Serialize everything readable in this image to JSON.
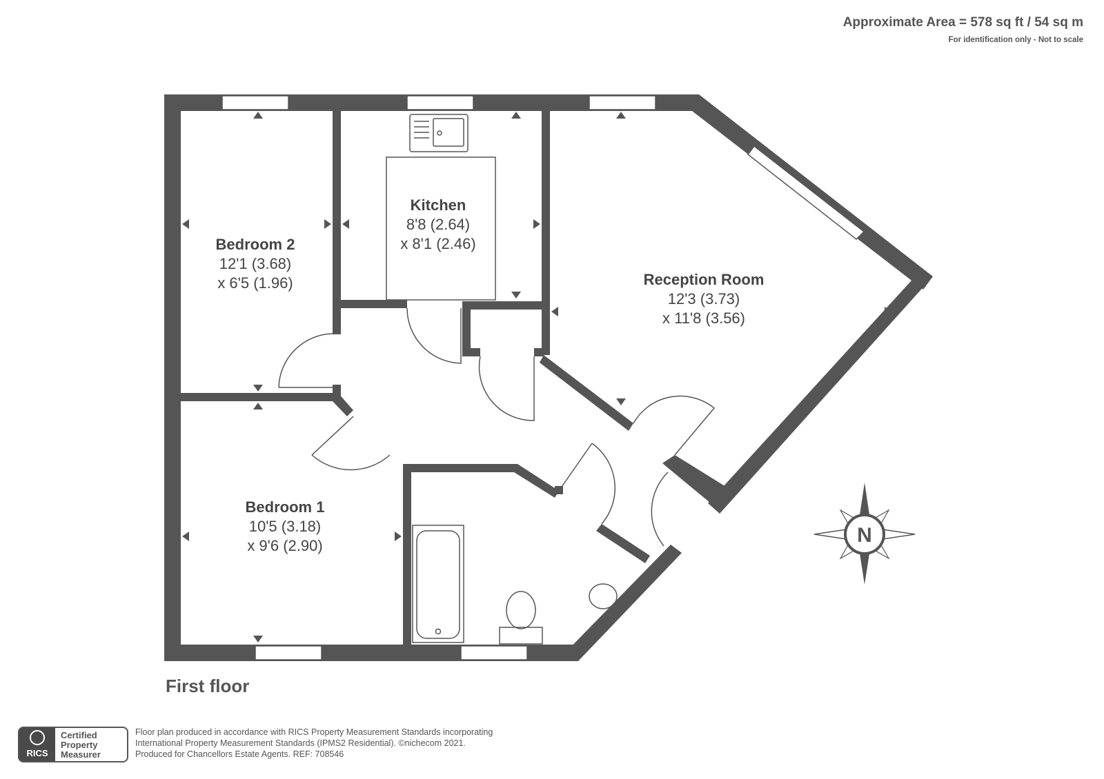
{
  "header": {
    "area": "Approximate Area = 578 sq ft / 54 sq m",
    "disclaimer": "For identification only - Not to scale"
  },
  "rooms": {
    "bedroom2": {
      "name": "Bedroom 2",
      "dim1": "12'1 (3.68)",
      "dim2": "x 6'5 (1.96)"
    },
    "kitchen": {
      "name": "Kitchen",
      "dim1": "8'8 (2.64)",
      "dim2": "x 8'1 (2.46)"
    },
    "reception": {
      "name": "Reception Room",
      "dim1": "12'3 (3.73)",
      "dim2": "x 11'8 (3.56)"
    },
    "bedroom1": {
      "name": "Bedroom 1",
      "dim1": "10'5 (3.18)",
      "dim2": "x 9'6 (2.90)"
    }
  },
  "compass": {
    "letter": "N"
  },
  "floor": {
    "label": "First floor"
  },
  "footer": {
    "badge_mark": "RICS",
    "badge_line1": "Certified",
    "badge_line2": "Property",
    "badge_line3": "Measurer",
    "note_line1": "Floor plan produced in accordance with RICS Property Measurement Standards incorporating",
    "note_line2": "International Property Measurement Standards (IPMS2 Residential).   ©nichecom 2021.",
    "note_line3": "Produced for Chancellors Estate Agents.   REF:  708546"
  },
  "colors": {
    "wall": "#555555",
    "text": "#444444"
  }
}
